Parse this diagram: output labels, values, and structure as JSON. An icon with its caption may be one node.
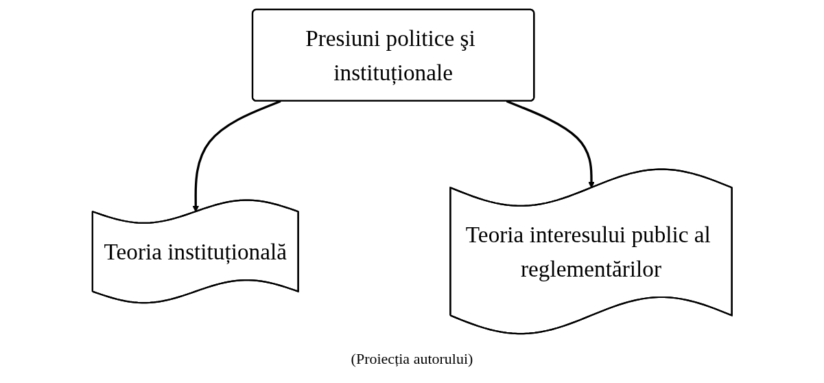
{
  "diagram": {
    "nodes": [
      {
        "text": [
          "Presiuni politice şi instituționale"
        ]
      },
      {
        "text": [
          "Teoria instituțională"
        ]
      },
      {
        "text": [
          "Teoria interesului public al reglementărilor"
        ]
      }
    ],
    "edges": [
      {
        "from": 0,
        "to": 1,
        "arrow": "to"
      },
      {
        "from": 0,
        "to": 2,
        "arrow": "to"
      }
    ],
    "caption": "(Proiecția autorului)"
  }
}
